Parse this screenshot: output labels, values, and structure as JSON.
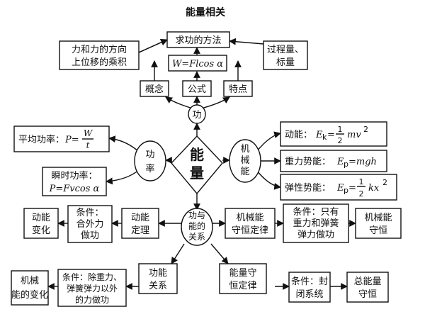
{
  "title": "能量相关",
  "center": {
    "line1": "能",
    "line2": "量"
  },
  "work": {
    "node": "功",
    "methods": "求功的方法",
    "formula": "W=Flcos α",
    "concept": "概念",
    "formula_label": "公式",
    "feature": "特点",
    "definition": [
      "力和力的方向",
      "上位移的乘积"
    ],
    "property": [
      "过程量、",
      "标量"
    ]
  },
  "power": {
    "node": [
      "功",
      "率"
    ],
    "average": {
      "label": "平均功率：",
      "lhs": "P=",
      "num": "W",
      "den": "t"
    },
    "instant": {
      "label": "瞬时功率：",
      "formula": "P=Fvcos α"
    }
  },
  "mech": {
    "node": [
      "机",
      "械",
      "能"
    ],
    "kinetic": {
      "label": "动能：",
      "lhs": "E",
      "sub": "k",
      "eq": "=",
      "num": "1",
      "den": "2",
      "rhs": "mv",
      "sup": "2"
    },
    "gravity": {
      "label": "重力势能：",
      "lhs": "E",
      "sub": "p",
      "rhs": "=mgh"
    },
    "elastic": {
      "label": "弹性势能：",
      "lhs": "E",
      "sub": "p",
      "eq": "=",
      "num": "1",
      "den": "2",
      "rhs": "kx",
      "sup": "2"
    }
  },
  "relation": {
    "node": [
      "功与",
      "能的",
      "关系"
    ]
  },
  "kinetic_theorem": {
    "result": [
      "动能",
      "变化"
    ],
    "condition": [
      "条件：",
      "合外力",
      "做功"
    ],
    "name": [
      "动能",
      "定理"
    ]
  },
  "mech_conservation": {
    "name": [
      "机械能",
      "守恒定律"
    ],
    "condition": [
      "条件：只有",
      "重力和弹簧",
      "弹力做功"
    ],
    "result": [
      "机械能",
      "守恒"
    ]
  },
  "function_relation": {
    "name": [
      "功能",
      "关系"
    ],
    "condition": [
      "条件：除重力、",
      "弹簧弹力以外",
      "的力做功"
    ],
    "result": [
      "机械",
      "能的变化"
    ]
  },
  "energy_conservation": {
    "name": [
      "能量守",
      "恒定律"
    ],
    "condition": [
      "条件：封",
      "闭系统"
    ],
    "result": [
      "总能量",
      "守恒"
    ]
  }
}
